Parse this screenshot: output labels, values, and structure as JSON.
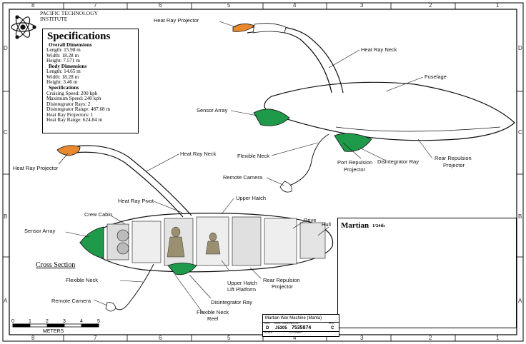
{
  "border": {
    "top_numbers": [
      "8",
      "7",
      "6",
      "5",
      "4",
      "3",
      "2",
      "1"
    ],
    "bottom_numbers": [
      "8",
      "7",
      "6",
      "5",
      "4",
      "3",
      "2",
      "1"
    ],
    "left_letters": [
      "D",
      "C",
      "B",
      "A"
    ],
    "right_letters": [
      "D",
      "C",
      "B",
      "A"
    ]
  },
  "institute": {
    "line1": "PACIFIC TECHNOLOGY",
    "line2": "INSTITUTE"
  },
  "specifications": {
    "title": "Specifications",
    "overall_heading": "Overall Dimensions",
    "overall": [
      "Length: 15.98 m",
      "Width: 18.28 m",
      "Height: 7.571 m"
    ],
    "body_heading": "Body Dimensions",
    "body": [
      "Length: 14.65 m",
      "Width: 18.28 m",
      "Height: 3.46 m"
    ],
    "spec_heading": "Specifications",
    "spec": [
      "Cruising Speed: 200 kph",
      "Maximum Speed: 240 kph",
      "Disintegrator Rays: 2",
      "Disintegrator Range: 487.68 m",
      "Heat Ray Projectors: 1",
      "Heat Ray Range: 624.84 m"
    ]
  },
  "labels": {
    "heat_ray_projector_top": "Heat Ray Projector",
    "heat_ray_neck_top": "Heat Ray Neck",
    "fuselage": "Fuselage",
    "sensor_array_top": "Sensor Array",
    "flexible_neck_top": "Flexible Neck",
    "port_repulsion_1": "Port Repulsion",
    "port_repulsion_2": "Projector",
    "disintegrator_ray_top": "Disintegrator Ray",
    "rear_repulsion_top_1": "Rear Repulsion",
    "rear_repulsion_top_2": "Projector",
    "remote_camera_top": "Remote Camera",
    "heat_ray_projector_left": "Heat Ray Projector",
    "heat_ray_neck_mid": "Heat Ray Neck",
    "heat_ray_pivot": "Heat Ray Pivot",
    "upper_hatch": "Upper Hatch",
    "crew_cabin": "Crew Cabin",
    "drive": "Drive",
    "hull": "Hull",
    "sensor_array_left": "Sensor Array",
    "cross_section": "Cross Section",
    "flexible_neck_bottom": "Flexible Neck",
    "rear_repulsion_bottom_1": "Rear Repulsion",
    "rear_repulsion_bottom_2": "Projector",
    "upper_hatch_lift_1": "Upper Hatch",
    "upper_hatch_lift_2": "Lift Platform",
    "disintegrator_ray_bottom": "Disintegrator Ray",
    "remote_camera_bottom": "Remote Camera",
    "flexible_neck_reel_1": "Flexible Neck",
    "flexible_neck_reel_2": "Reel"
  },
  "martian": {
    "title": "Martian",
    "scale": "1/24th"
  },
  "scale_bar": {
    "numbers": [
      "0",
      "1",
      "2",
      "3",
      "4",
      "5"
    ],
    "unit": "METERS"
  },
  "title_block": {
    "title": "Martian War Machine (Manta)",
    "size_label": "SIZE",
    "size": "D",
    "cage_label": "CAGE CODE",
    "cage": "J5305",
    "dwg_label": "DWG NO",
    "dwg": "7535874",
    "rev_label": "REV",
    "rev": "C",
    "scale_label": "SCALE",
    "sheet_label": "1/72   SHEET"
  },
  "colors": {
    "green": "#1f9a4a",
    "orange": "#e8892f",
    "line": "#111111"
  }
}
